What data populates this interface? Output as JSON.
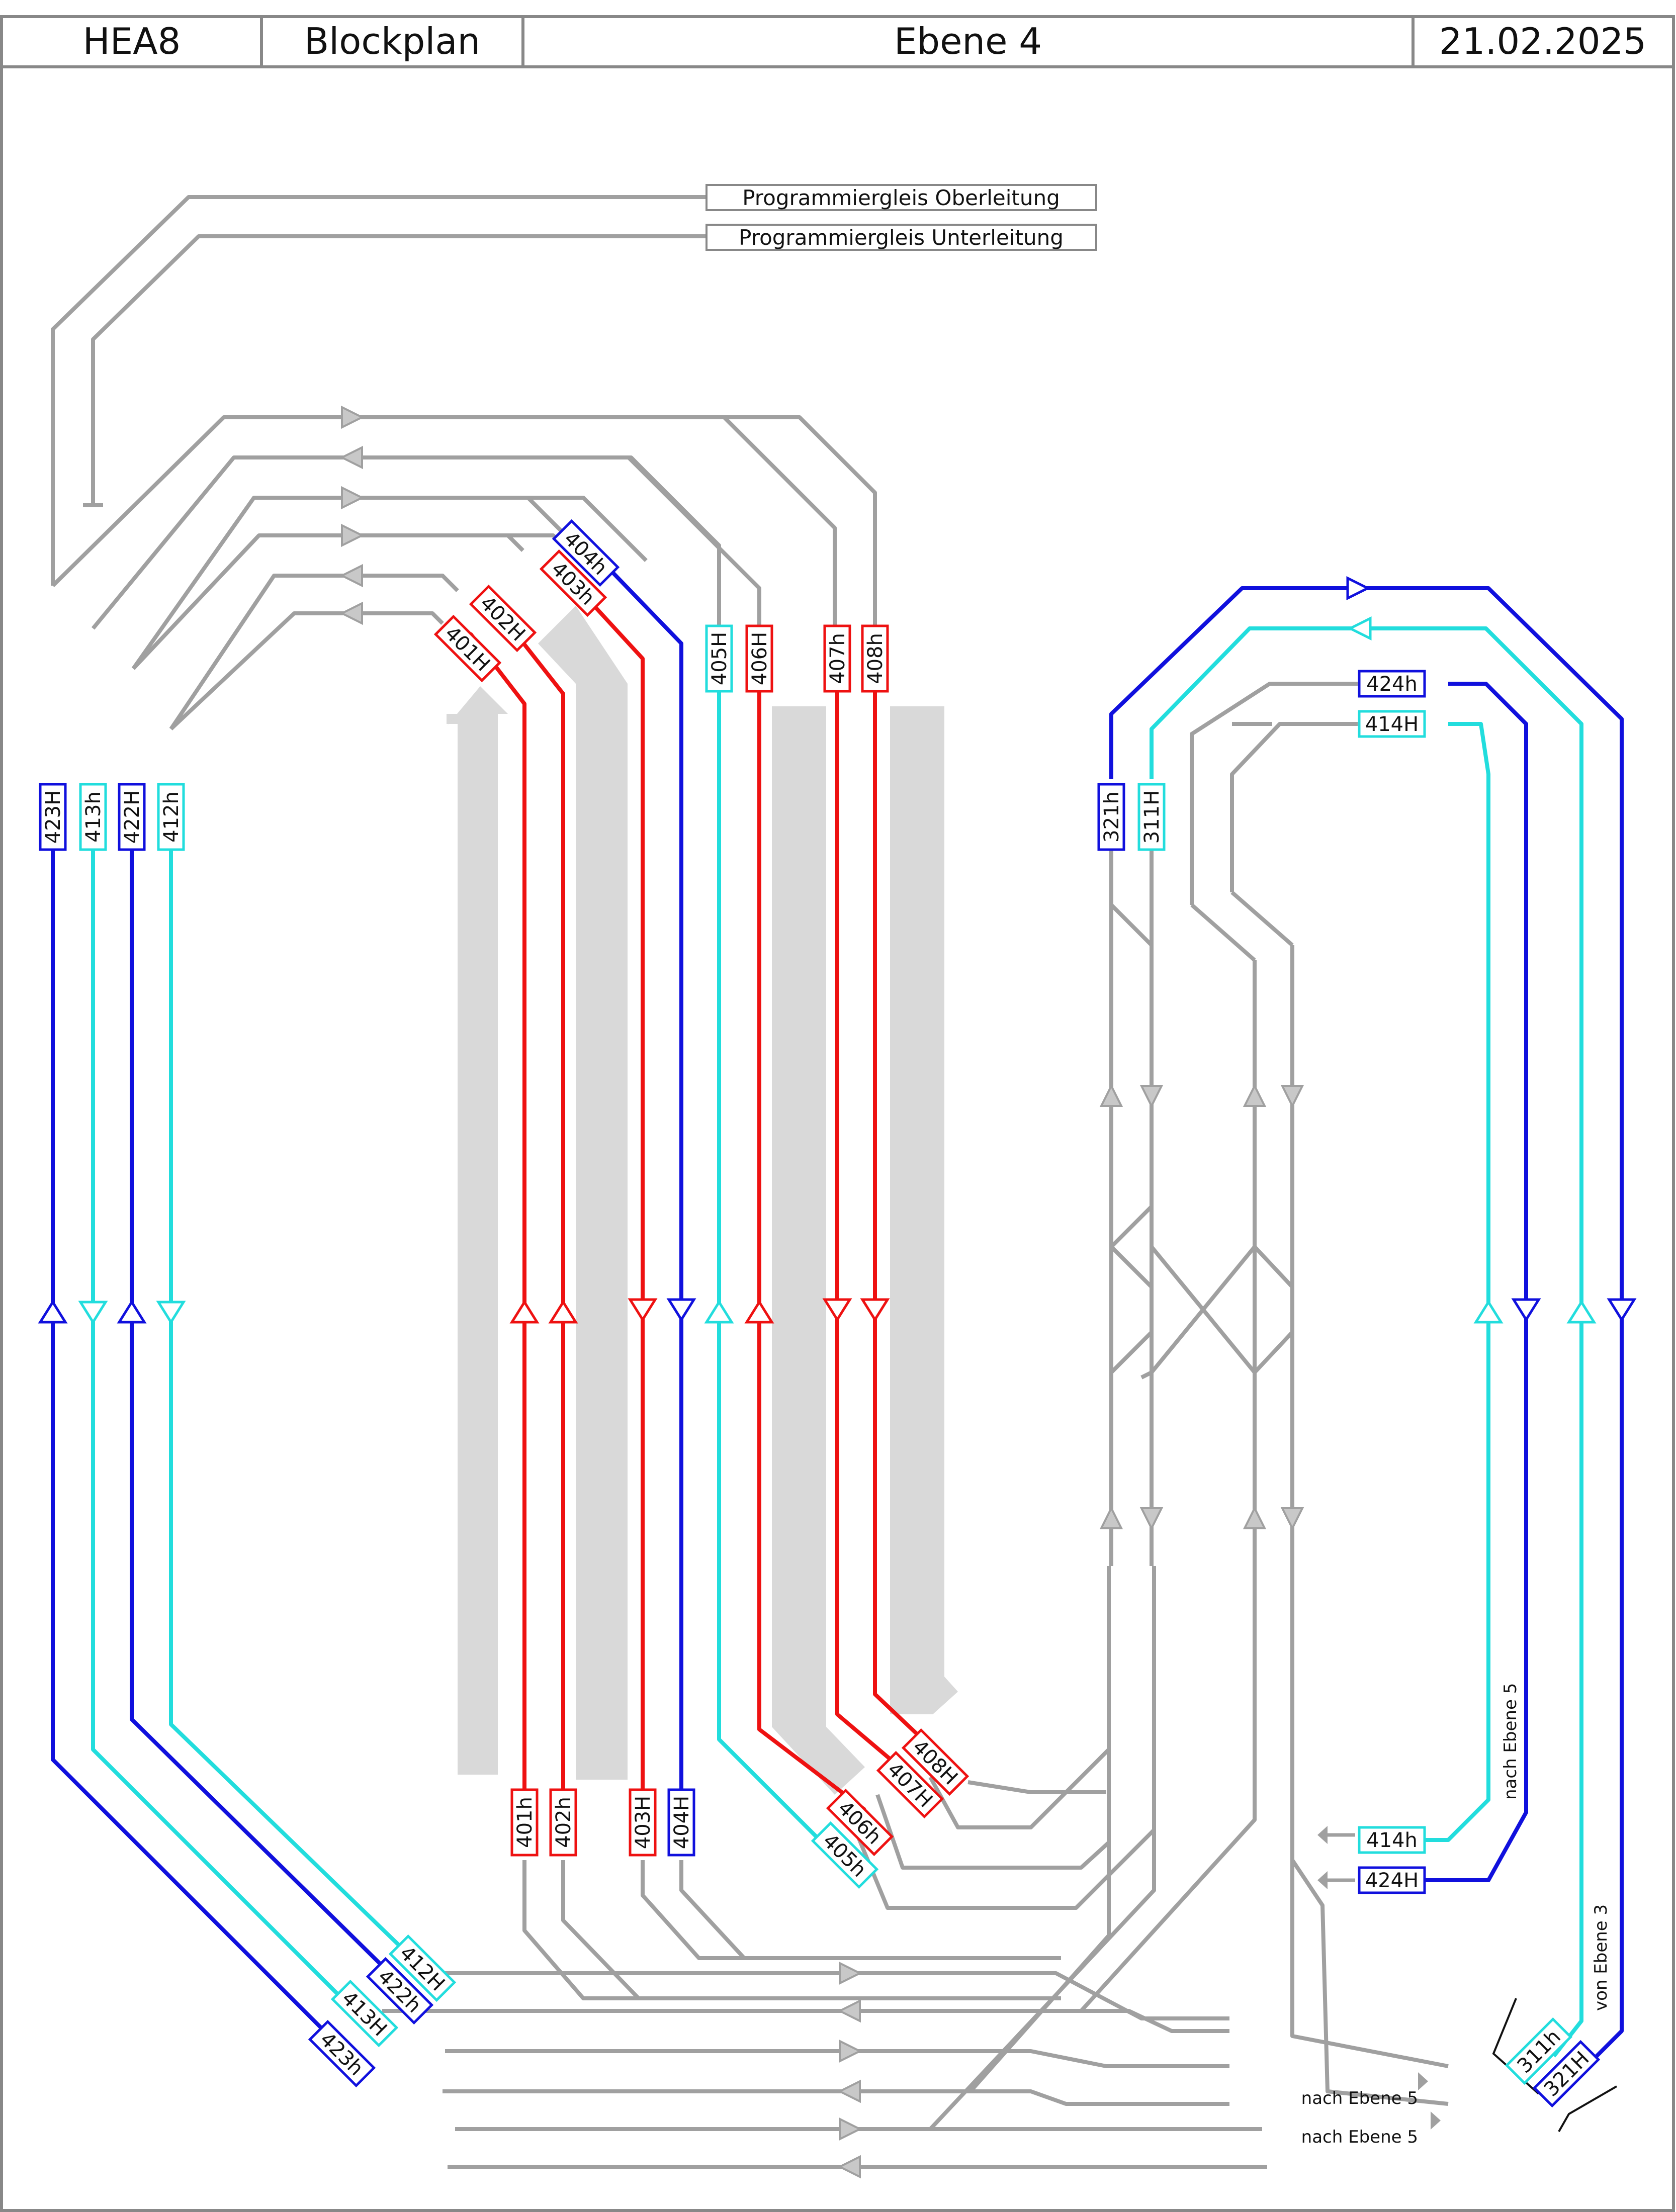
{
  "header": {
    "project": "HEA8",
    "doc_type": "Blockplan",
    "level": "Ebene 4",
    "date": "21.02.2025"
  },
  "programming_tracks": {
    "upper": "Programmiergleis Oberleitung",
    "lower": "Programmiergleis Unterleitung"
  },
  "external_labels": {
    "to_level5_a": "nach Ebene 5",
    "to_level5_b": "nach Ebene 5",
    "to_level5_vertical": "nach Ebene 5",
    "from_level3_vertical": "von Ebene 3"
  },
  "colors": {
    "blue": "#1010dd",
    "cyan": "#22dddd",
    "red": "#ee1111",
    "gray_track": "#a0a0a0",
    "platform": "#d9d9d9",
    "border": "#888888"
  },
  "blocks": {
    "b423H": "423H",
    "b413h": "413h",
    "b422H": "422H",
    "b412h": "412h",
    "b401H": "401H",
    "b402H": "402H",
    "b403h": "403h",
    "b404h": "404h",
    "b405H": "405H",
    "b406H": "406H",
    "b407h": "407h",
    "b408h": "408h",
    "b401h": "401h",
    "b402h": "402h",
    "b403H": "403H",
    "b404H": "404H",
    "b405h": "405h",
    "b406h": "406h",
    "b407H": "407H",
    "b408H": "408H",
    "b423h": "423h",
    "b413H": "413H",
    "b422h": "422h",
    "b412H": "412H",
    "b321h": "321h",
    "b311H": "311H",
    "b424h": "424h",
    "b414H": "414H",
    "b414h": "414h",
    "b424H": "424H",
    "b311h": "311h",
    "b321H": "321H"
  }
}
